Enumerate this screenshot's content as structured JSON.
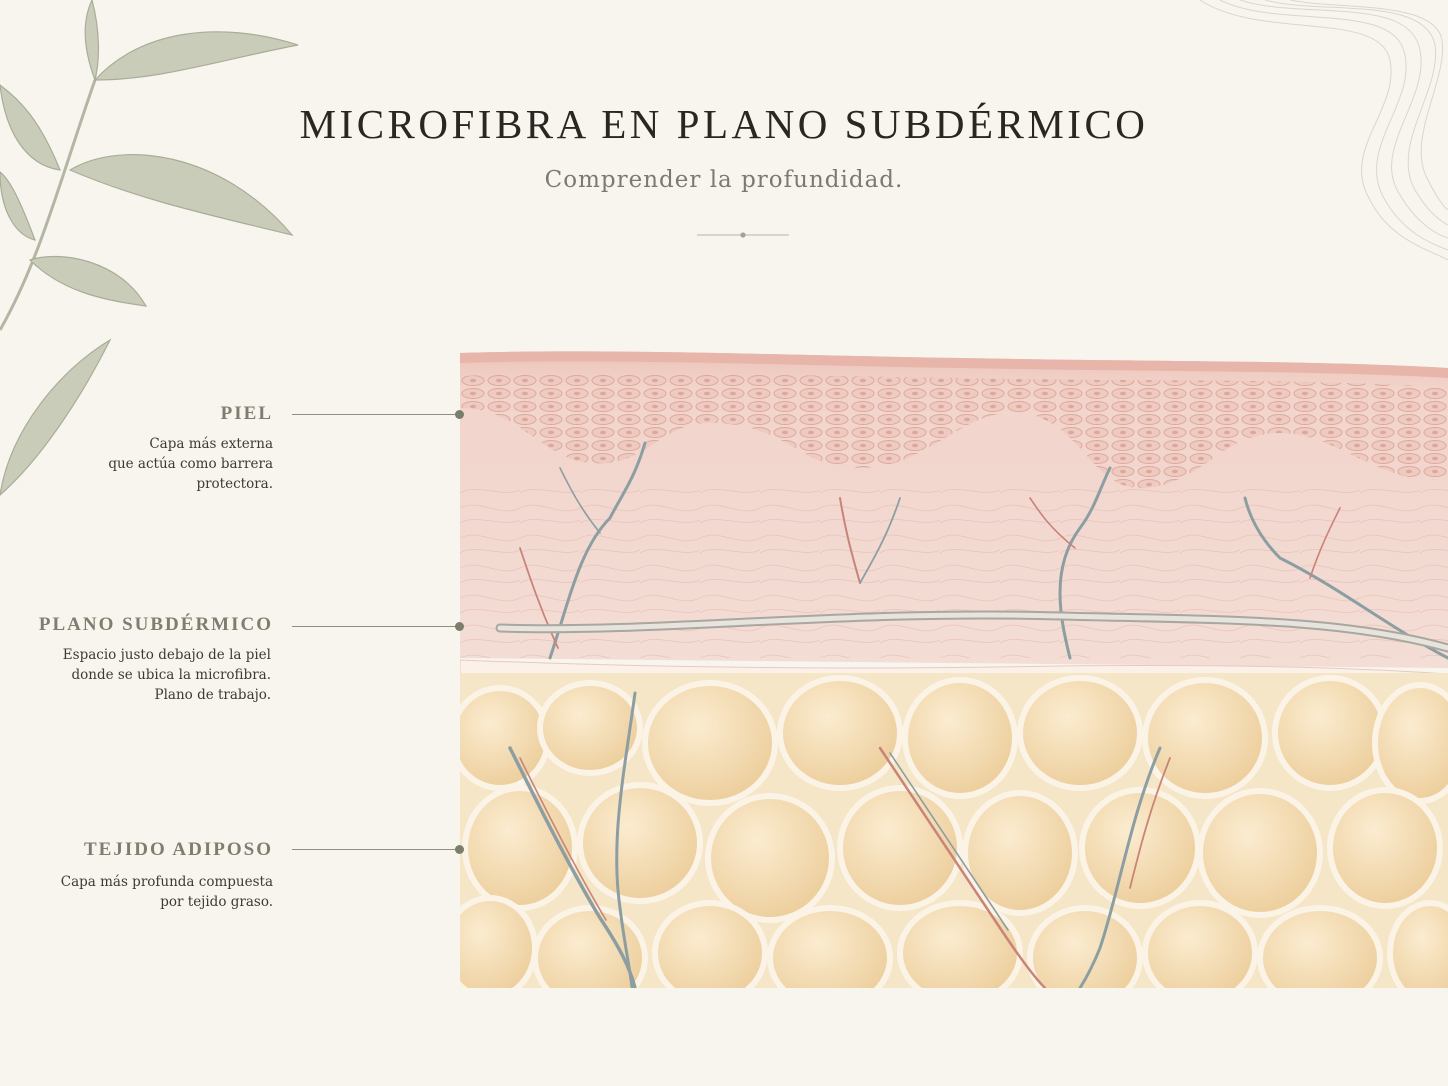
{
  "header": {
    "title": "MICROFIBRA EN PLANO SUBDÉRMICO",
    "subtitle": "Comprender la profundidad."
  },
  "layers": [
    {
      "name": "PIEL",
      "description": "Capa más externa\nque actúa como barrera\nprotectora."
    },
    {
      "name": "PLANO SUBDÉRMICO",
      "description": "Espacio justo debajo de la piel\ndonde se ubica la microfibra.\nPlano de trabajo."
    },
    {
      "name": "TEJIDO ADIPOSO",
      "description": "Capa más profunda compuesta\npor tejido graso."
    }
  ],
  "colors": {
    "background": "#f8f5ef",
    "skin": "#f0d3ca",
    "epidermis_cells": "#e6b8ad",
    "fat": "#f2dbb3",
    "fat_septa": "#fbf3e6",
    "artery": "#c98479",
    "vein": "#8d9ea3",
    "microfiber": "#d3d3cc",
    "leaf": "#c3c7b3",
    "accent": "#7b7d6d"
  },
  "icons": [
    "leaf-branch-icon",
    "contour-lines-icon",
    "divider-ornament-icon",
    "marker-dot-icon"
  ]
}
